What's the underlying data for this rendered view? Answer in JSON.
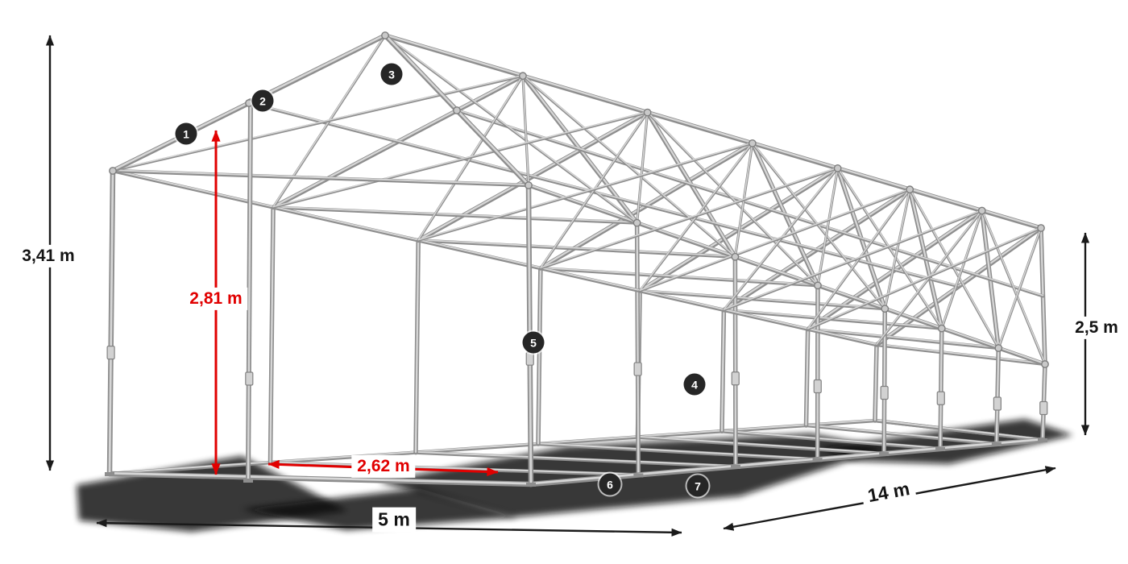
{
  "diagram": {
    "dimensions": {
      "total_height": "3,41 m",
      "inner_height": "2,81 m",
      "inner_width": "2,62 m",
      "front_width": "5 m",
      "side_length": "14 m",
      "side_height": "2,5 m"
    },
    "badges": [
      "1",
      "2",
      "3",
      "4",
      "5",
      "6",
      "7"
    ],
    "colors": {
      "dimension_text": "#141414",
      "dimension_red": "#e10000",
      "badge_background": "#262626",
      "badge_text": "#ffffff",
      "frame_gray": "#8e8e8e",
      "background": "#ffffff"
    }
  }
}
